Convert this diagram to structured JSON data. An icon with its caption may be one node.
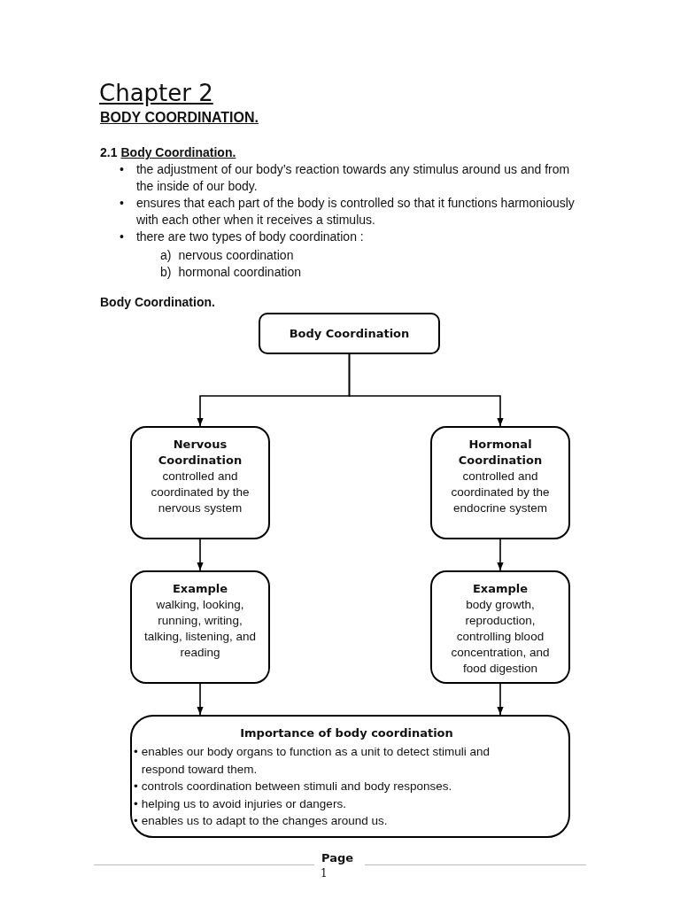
{
  "diagram": {
    "title": "Chapter 2",
    "nodes": [
      {
        "text": [
          "Body Coordination"
        ]
      },
      {
        "text": [
          "Nervous Coordination",
          "controlled and coordinated by the nervous system"
        ]
      },
      {
        "text": [
          "Hormonal Coordination",
          "controlled and coordinated by the endocrine system"
        ]
      },
      {
        "text": [
          "Example",
          "walking, looking, running, writing, talking, listening, and reading"
        ]
      },
      {
        "text": [
          "Example",
          "body growth, reproduction, controlling blood concentration, and food digestion"
        ]
      },
      {
        "text": [
          "Importance of body coordination",
          "•",
          "enables our body organs to function as a unit to detect stimuli and respond toward them.",
          "•",
          "controls coordination between stimuli and body responses.",
          "•",
          "helping us to avoid injuries or dangers.",
          "•",
          "enables us to adapt to the changes around us."
        ]
      }
    ],
    "edges": [
      {
        "from": 0,
        "to": 1,
        "arrow": "to"
      },
      {
        "from": 0,
        "to": 2,
        "arrow": "to"
      },
      {
        "from": 1,
        "to": 3,
        "arrow": "to"
      },
      {
        "from": 2,
        "to": 4,
        "arrow": "to"
      },
      {
        "from": 3,
        "to": 5,
        "arrow": "to"
      },
      {
        "from": 4,
        "to": 5,
        "arrow": "to"
      }
    ],
    "labels": [
      "BODY COORDINATION.",
      "2.1",
      "Body Coordination.",
      "•",
      "the adjustment of our body’s reaction towards any stimulus around us and from the inside of our body.",
      "•",
      "ensures that each part of the body is controlled so that it functions harmoniously with each other when it receives a stimulus.",
      "•",
      "there are two types of body coordination :",
      "a)",
      "nervous coordination",
      "b)",
      "hormonal coordination",
      "Body Coordination.",
      "Page",
      "1"
    ]
  }
}
